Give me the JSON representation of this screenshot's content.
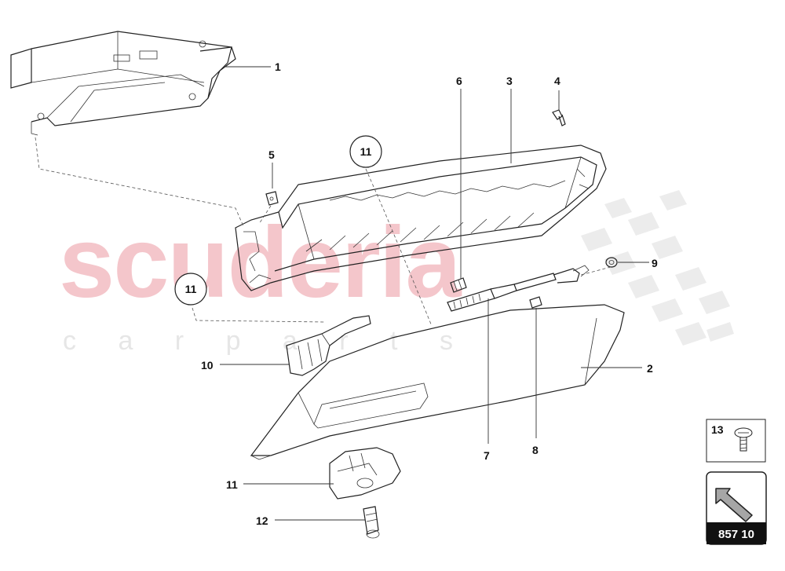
{
  "watermark": {
    "brand": "scuderia",
    "sub": "c a r   p a r t s",
    "color": "#f4c6cb"
  },
  "callouts": {
    "p1": "1",
    "p2": "2",
    "p3": "3",
    "p4": "4",
    "p5": "5",
    "p6": "6",
    "p7": "7",
    "p8": "8",
    "p9": "9",
    "p10": "10",
    "p11_circle_top": "11",
    "p11_circle_left": "11",
    "p11_bottom": "11",
    "p12": "12"
  },
  "inset": {
    "part_number": "13"
  },
  "page_box": {
    "code": "857 10"
  }
}
